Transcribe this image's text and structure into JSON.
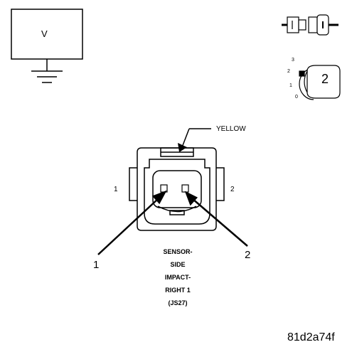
{
  "meter": {
    "label": "V"
  },
  "connector": {
    "color_label": "YELLOW",
    "pin1_label": "1",
    "pin2_label": "2",
    "callout1": "1",
    "callout2": "2",
    "caption": [
      "SENSOR-",
      "SIDE",
      "IMPACT-",
      "RIGHT 1",
      "(JS27)"
    ]
  },
  "ignition_key": {
    "positions": [
      "3",
      "2",
      "1",
      "0"
    ],
    "selected": "2"
  },
  "figure_code": "81d2a74f",
  "icons": [
    "voltmeter-icon",
    "ground-symbol-icon",
    "connector-disconnect-icon",
    "ignition-key-icon"
  ]
}
